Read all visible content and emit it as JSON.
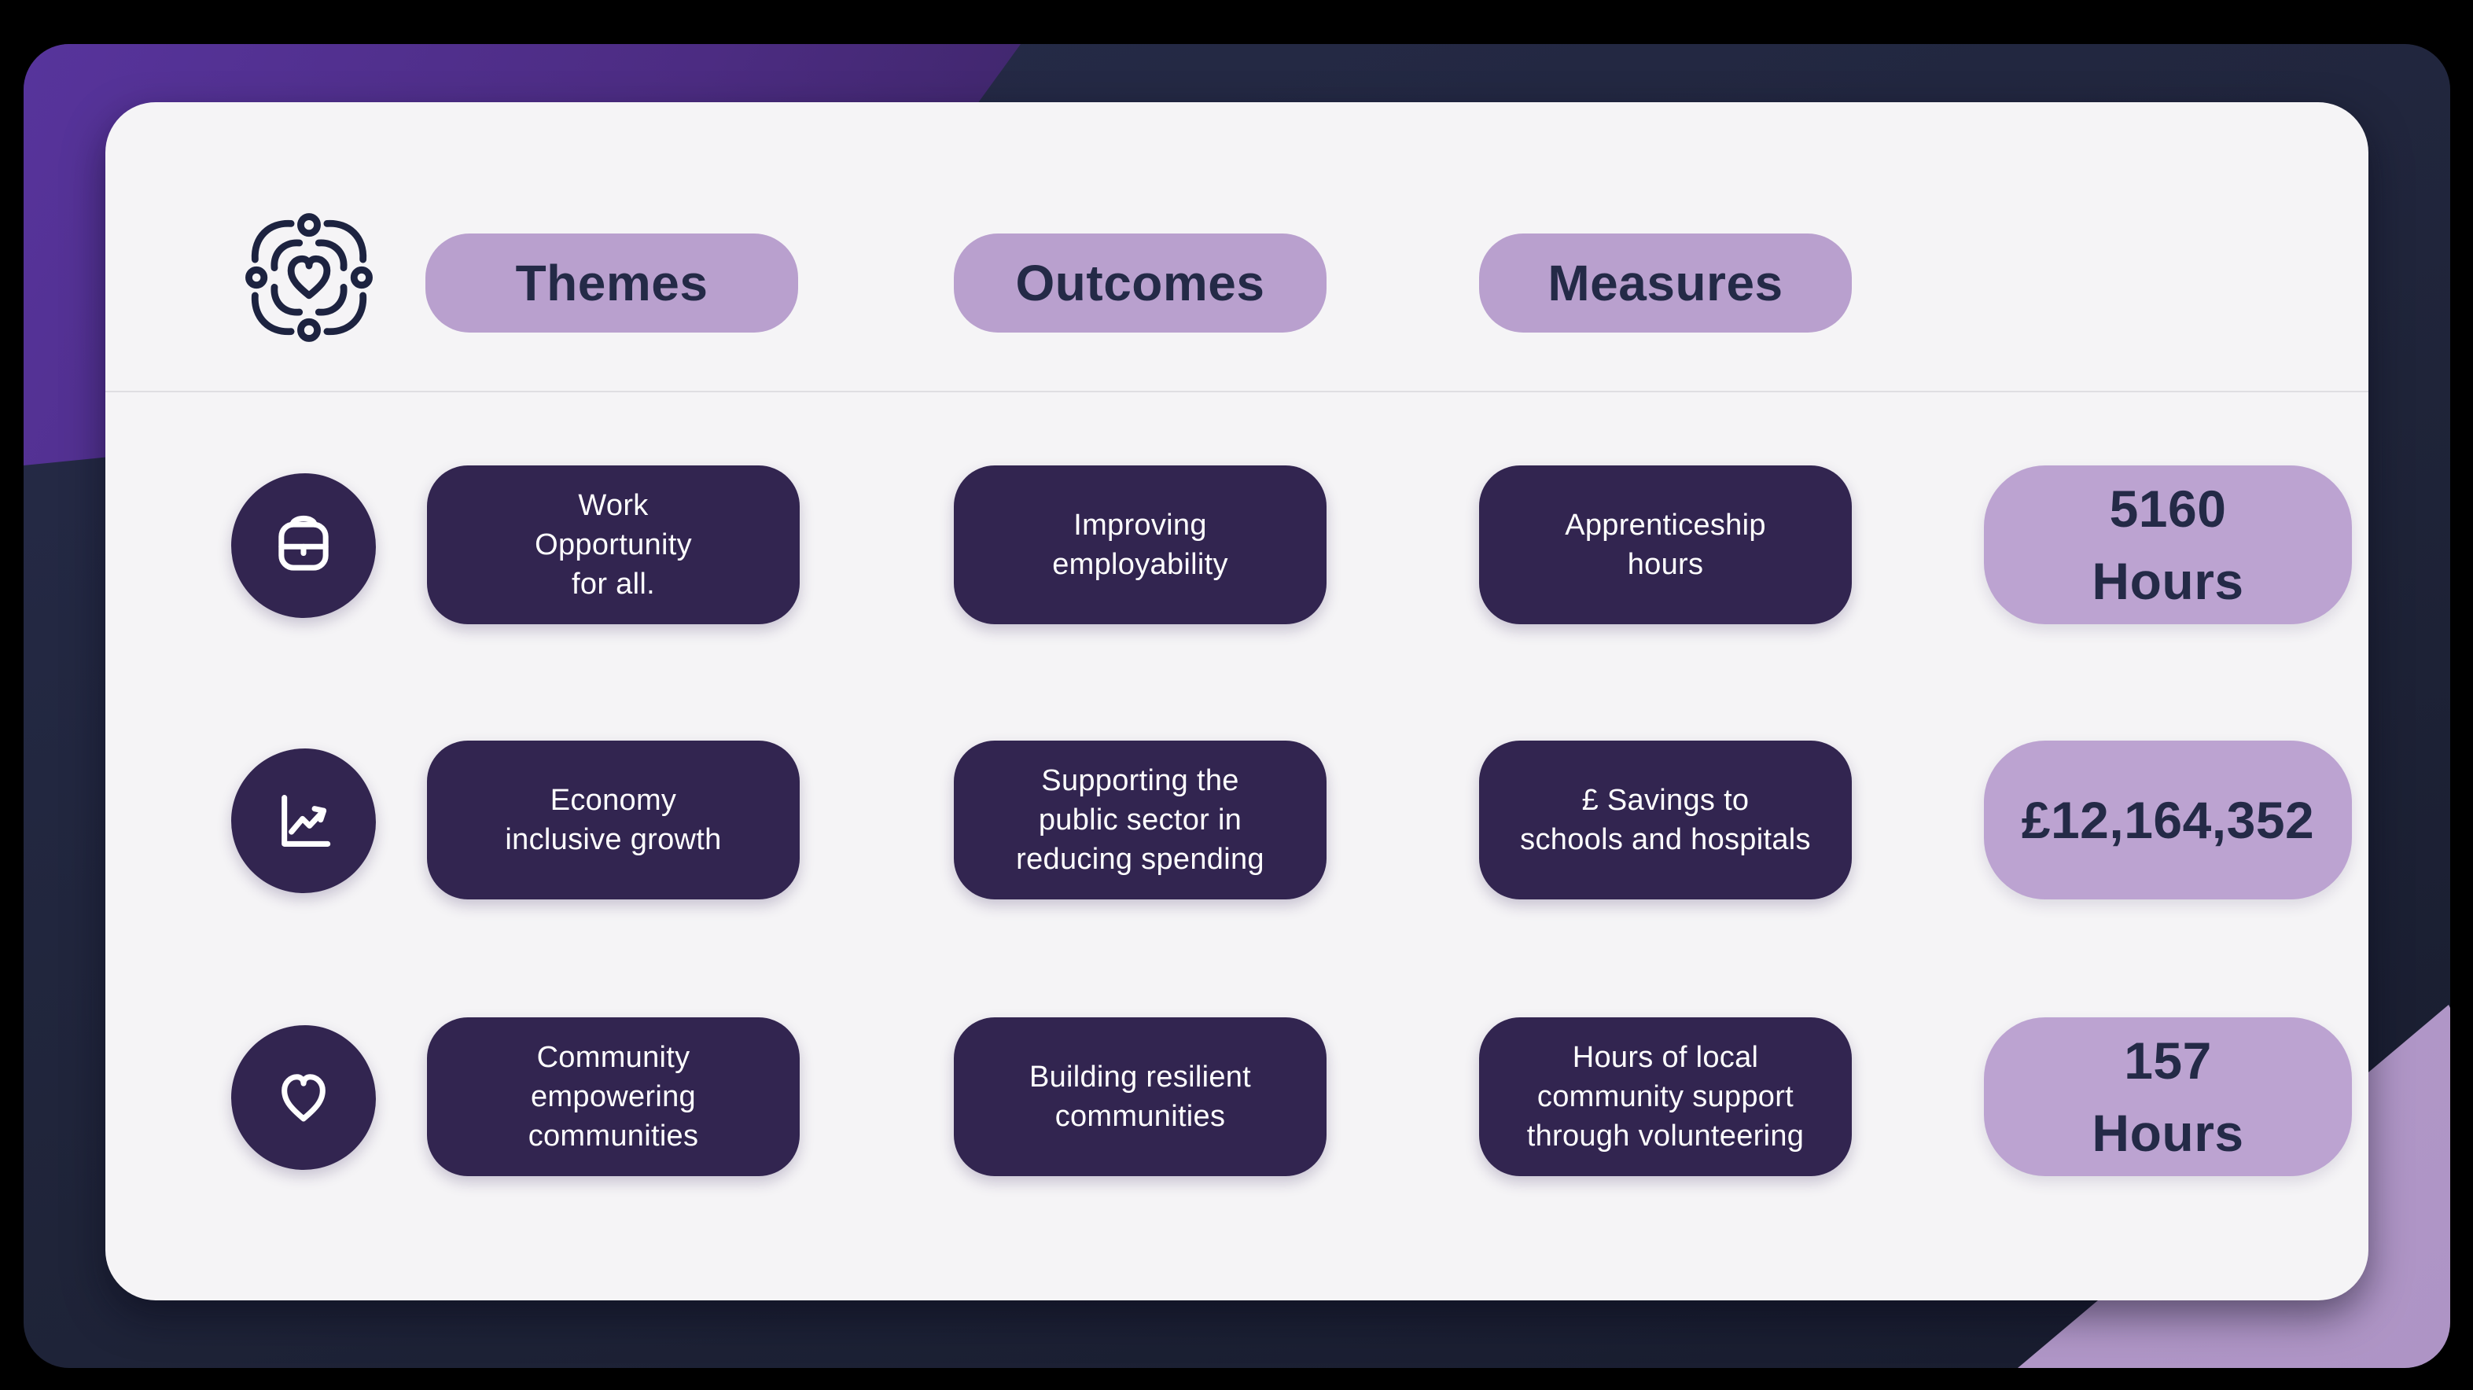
{
  "brand": {
    "logo": "community-heart-logo"
  },
  "header": {
    "columns": {
      "themes": "Themes",
      "outcomes": "Outcomes",
      "measures": "Measures"
    }
  },
  "rows": [
    {
      "icon": "briefcase-icon",
      "theme": "Work\nOpportunity\nfor all.",
      "outcome": "Improving\nemployability",
      "measure": "Apprenticeship\nhours",
      "value": "5160\nHours"
    },
    {
      "icon": "chart-increasing-icon",
      "theme": "Economy\ninclusive growth",
      "outcome": "Supporting the\npublic sector in\nreducing spending",
      "measure": "£ Savings to\nschools and hospitals",
      "value": "£12,164,352"
    },
    {
      "icon": "heart-icon",
      "theme": "Community\nempowering\ncommunities",
      "outcome": "Building resilient\ncommunities",
      "measure": "Hours of local\ncommunity support\nthrough volunteering",
      "value": "157\nHours"
    }
  ],
  "colors": {
    "outer_background": "#000000",
    "frame_navy": "#1f2439",
    "deco_purple": "#4c2c82",
    "deco_lilac": "#b9a0ce",
    "card_background": "#f5f4f6",
    "pill_dark": "#322550",
    "pill_light": "#bca3d1",
    "text_dark": "#242a47",
    "text_light": "#ffffff"
  }
}
